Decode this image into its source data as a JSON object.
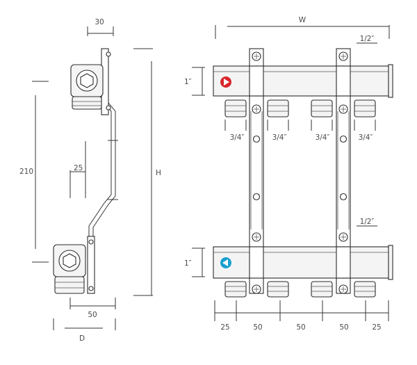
{
  "side_view": {
    "labels": {
      "dim_top_depth": "30",
      "dim_total_height": "210",
      "dim_bracket_offset": "25",
      "dim_bottom_depth": "50",
      "dim_depth_symbol": "D",
      "dim_height_symbol": "H"
    }
  },
  "front_view": {
    "labels": {
      "dim_width_symbol": "W",
      "supply_thread_top": "1/2″",
      "supply_thread_bottom": "1/2″",
      "header_size_top": "1″",
      "header_size_bottom": "1″",
      "outlet_sizes": [
        "3/4″",
        "3/4″",
        "3/4″",
        "3/4″"
      ],
      "spacing": [
        "25",
        "50",
        "50",
        "50",
        "25"
      ]
    },
    "colors": {
      "supply_indicator": "#d9262c",
      "return_indicator": "#1a9fd0"
    },
    "icons": {
      "supply": "red-flow-arrow-icon",
      "return": "blue-flow-arrow-icon"
    }
  }
}
